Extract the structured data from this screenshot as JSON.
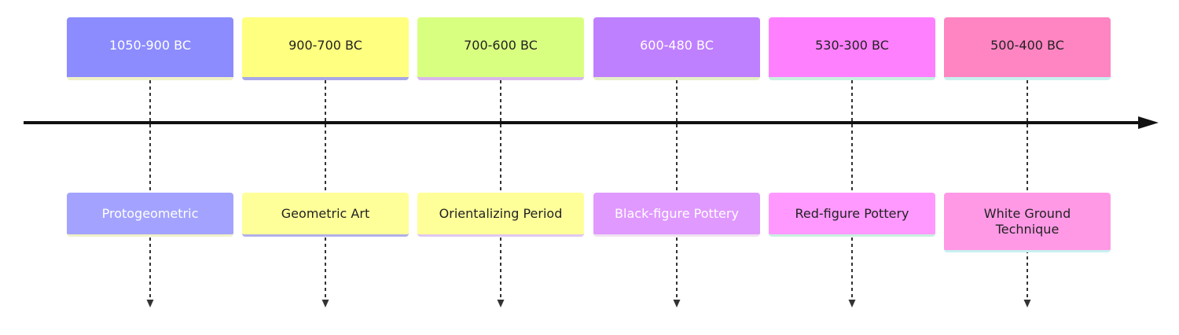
{
  "timeline": {
    "periods": [
      {
        "label": "1050-900 BC",
        "color": "#8c8cff",
        "accent": "#f0f0c8",
        "text_color": "#ffffff",
        "event": {
          "label": "Protogeometric",
          "color": "#a3a3ff",
          "accent": "#f0f0c8",
          "text_color": "#ffffff"
        }
      },
      {
        "label": "900-700 BC",
        "color": "#ffff80",
        "accent": "#a8a8e6",
        "text_color": "#222222",
        "event": {
          "label": "Geometric Art",
          "color": "#ffff99",
          "accent": "#b0b0e8",
          "text_color": "#222222"
        }
      },
      {
        "label": "700-600 BC",
        "color": "#d9ff80",
        "accent": "#d8b8ec",
        "text_color": "#222222",
        "event": {
          "label": "Orientalizing Period",
          "color": "#ffff99",
          "accent": "#e0c8f0",
          "text_color": "#222222"
        }
      },
      {
        "label": "600-480 BC",
        "color": "#bf80ff",
        "accent": "#e6f0c8",
        "text_color": "#ffffff",
        "event": {
          "label": "Black-figure Pottery",
          "color": "#e099ff",
          "accent": "#f0e0f0",
          "text_color": "#ffffff"
        }
      },
      {
        "label": "530-300 BC",
        "color": "#ff80ff",
        "accent": "#c8f0e0",
        "text_color": "#222222",
        "event": {
          "label": "Red-figure Pottery",
          "color": "#ff99ff",
          "accent": "#c8f0e0",
          "text_color": "#222222"
        }
      },
      {
        "label": "500-400 BC",
        "color": "#ff85c2",
        "accent": "#c8f0f0",
        "text_color": "#222222",
        "event": {
          "label": "White Ground\nTechnique",
          "color": "#ff99e6",
          "accent": "#c8f0f0",
          "text_color": "#222222"
        }
      }
    ]
  },
  "colors": {
    "axis": "#111111",
    "connector": "#333333",
    "background": "#ffffff"
  }
}
